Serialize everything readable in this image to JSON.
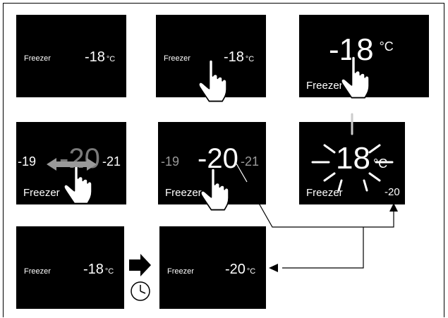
{
  "panels": {
    "p1": {
      "label": "Freezer",
      "temp": "-18",
      "unit": "°C"
    },
    "p2": {
      "label": "Freezer",
      "temp": "-18",
      "unit": "°C"
    },
    "p3": {
      "label": "Freezer",
      "temp": "-18",
      "unit": "°C"
    },
    "p4": {
      "label": "Freezer",
      "left": "-19",
      "center": "-20",
      "right": "-21"
    },
    "p5": {
      "label": "Freezer",
      "left": "-19",
      "center": "-20",
      "right": "-21"
    },
    "p6": {
      "label": "Freezer",
      "temp": "18",
      "unit": "°C",
      "small": "-20"
    },
    "p7": {
      "label": "Freezer",
      "temp": "-18",
      "unit": "°C"
    },
    "p8": {
      "label": "Freezer",
      "temp": "-20",
      "unit": "°C"
    }
  },
  "icons": [
    "hand-pointer-icon",
    "double-arrow-icon",
    "right-arrow-icon",
    "clock-icon",
    "sparkle-icon"
  ],
  "colors": {
    "panel": "#000000",
    "text": "#ffffff",
    "line": "#000000"
  }
}
